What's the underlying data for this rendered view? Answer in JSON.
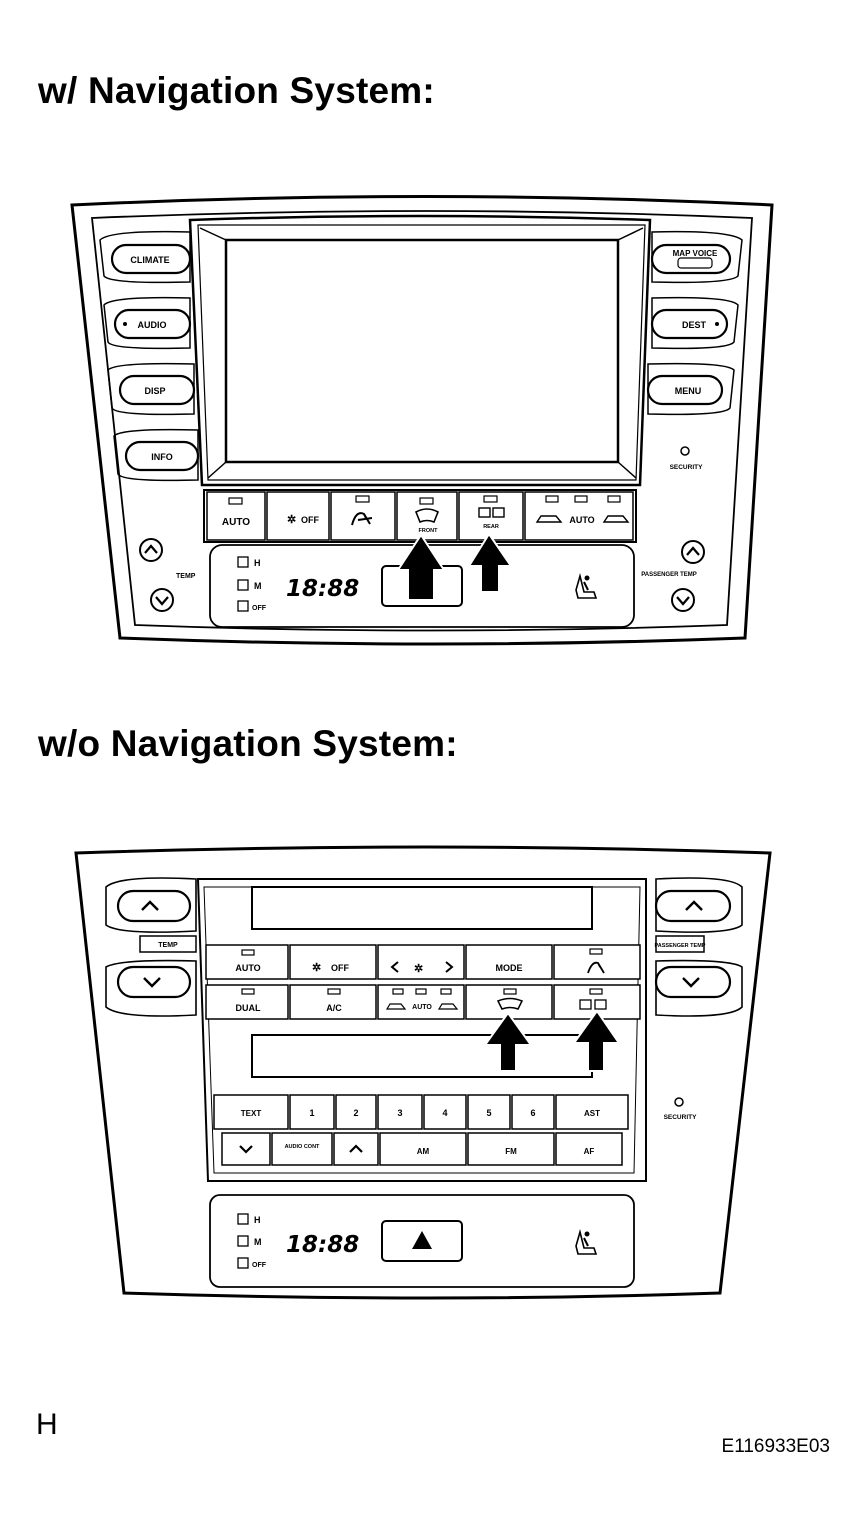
{
  "headings": {
    "with_nav": "w/ Navigation System:",
    "without_nav": "w/o Navigation System:"
  },
  "nav_panel": {
    "left_buttons": [
      "CLIMATE",
      "AUDIO",
      "DISP",
      "INFO"
    ],
    "right_buttons": [
      "MAP VOICE",
      "DEST",
      "MENU"
    ],
    "security": "SECURITY",
    "climate_row": [
      "AUTO",
      "OFF",
      "",
      "FRONT",
      "REAR",
      "AUTO"
    ],
    "temp_left": "TEMP",
    "temp_right": "PASSENGER TEMP",
    "seat_levels": [
      "H",
      "M",
      "OFF"
    ],
    "clock": "18:88"
  },
  "nonav_panel": {
    "temp_left": "TEMP",
    "temp_right": "PASSENGER TEMP",
    "row1": [
      "AUTO",
      "OFF",
      "MODE"
    ],
    "row2": [
      "DUAL",
      "A/C",
      "AUTO"
    ],
    "audio_row1": [
      "TEXT",
      "1",
      "2",
      "3",
      "4",
      "5",
      "6",
      "AST"
    ],
    "audio_row2": [
      "AUDIO CONT",
      "AM",
      "FM",
      "AF"
    ],
    "security": "SECURITY",
    "seat_levels": [
      "H",
      "M",
      "OFF"
    ],
    "clock": "18:88"
  },
  "footer": {
    "section_letter": "H",
    "figure_code": "E116933E03"
  },
  "icons": [
    "up-arrow-icon",
    "down-arrow-icon",
    "fan-icon",
    "front-defroster-icon",
    "rear-defroster-icon",
    "hazard-icon",
    "seat-heater-icon",
    "callout-arrow-icon"
  ]
}
